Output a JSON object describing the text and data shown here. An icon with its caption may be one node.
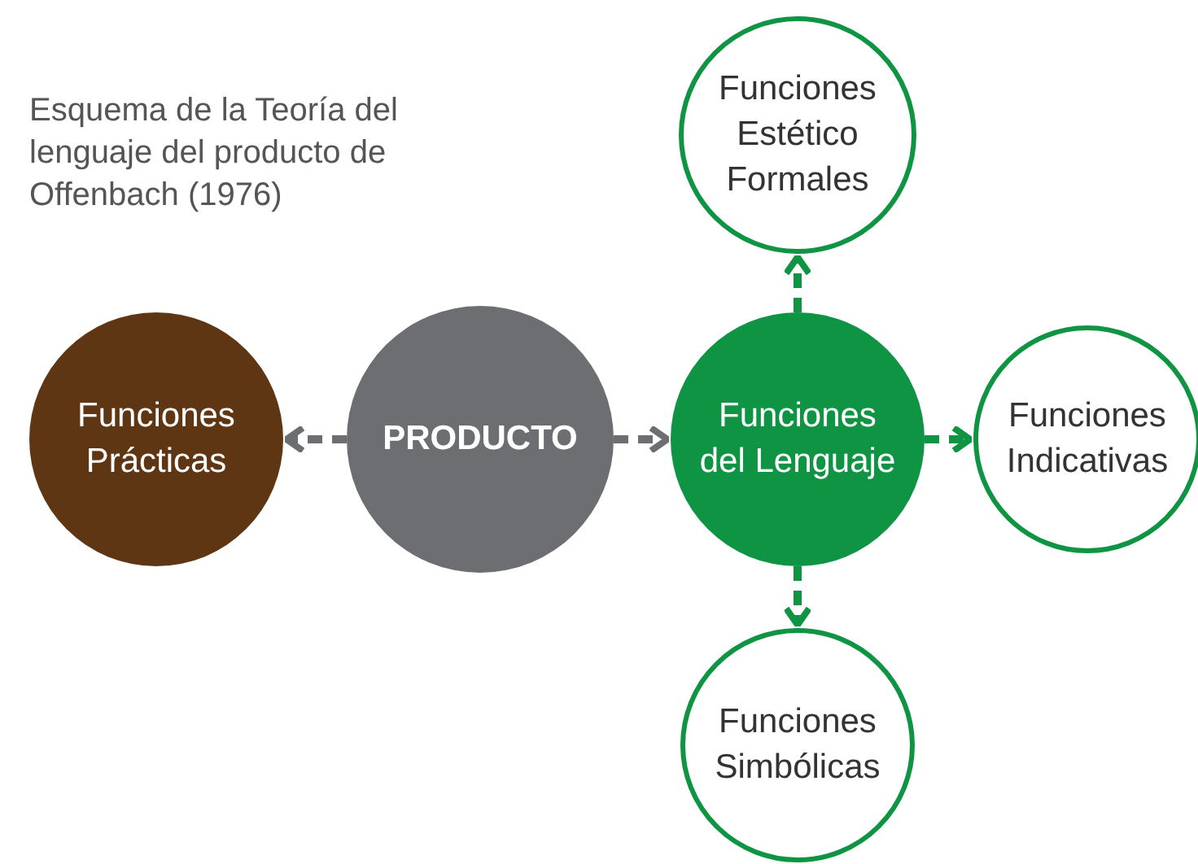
{
  "diagram": {
    "nodes": [
      {
        "text": [
          "Funciones Prácticas"
        ]
      },
      {
        "text": [
          "PRODUCTO"
        ]
      },
      {
        "text": [
          "Funciones del Lenguaje"
        ]
      },
      {
        "text": [
          "Funciones Estético Formales"
        ]
      },
      {
        "text": [
          "Funciones Indicativas"
        ]
      },
      {
        "text": [
          "Funciones Simbólicas"
        ]
      }
    ],
    "edges": [
      {
        "from": 1,
        "to": 0,
        "arrow": "to",
        "style": "dashed",
        "color": "#6d6e71"
      },
      {
        "from": 1,
        "to": 2,
        "arrow": "to",
        "style": "dashed",
        "color": "#6d6e71"
      },
      {
        "from": 2,
        "to": 3,
        "arrow": "to",
        "style": "dashed"
      },
      {
        "from": 2,
        "to": 4,
        "arrow": "to",
        "style": "dashed"
      },
      {
        "from": 2,
        "to": 5,
        "arrow": "to",
        "style": "dashed"
      }
    ],
    "labels": [
      "Esquema de la Teoría del lenguaje del producto de Offenbach (1976)"
    ]
  }
}
